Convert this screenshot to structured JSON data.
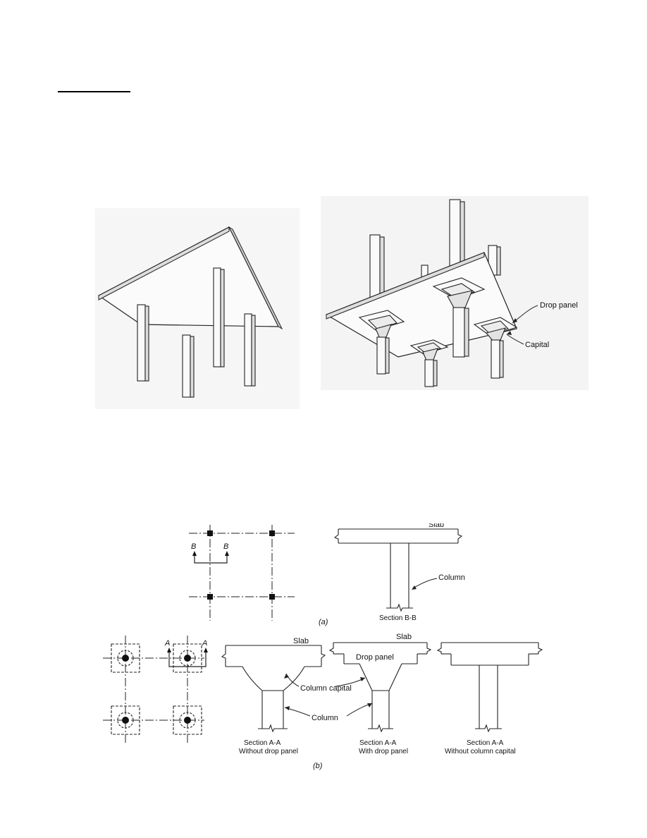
{
  "isometric": {
    "drop_panel_label": "Drop panel",
    "capital_label": "Capital"
  },
  "fig_a": {
    "section_mark_left": "B",
    "section_mark_right": "B",
    "slab_label": "Slab",
    "column_label": "Column",
    "section_caption": "Section B-B",
    "figure_tag": "(a)"
  },
  "fig_b": {
    "section_mark_left": "A",
    "section_mark_right": "A",
    "slab_label_1": "Slab",
    "slab_label_2": "Slab",
    "drop_panel_label": "Drop panel",
    "column_capital_label": "Column capital",
    "column_label": "Column",
    "section_1_title": "Section A-A",
    "section_1_sub": "Without drop panel",
    "section_2_title": "Section A-A",
    "section_2_sub": "With drop panel",
    "section_3_title": "Section A-A",
    "section_3_sub": "Without column capital",
    "figure_tag": "(b)"
  }
}
